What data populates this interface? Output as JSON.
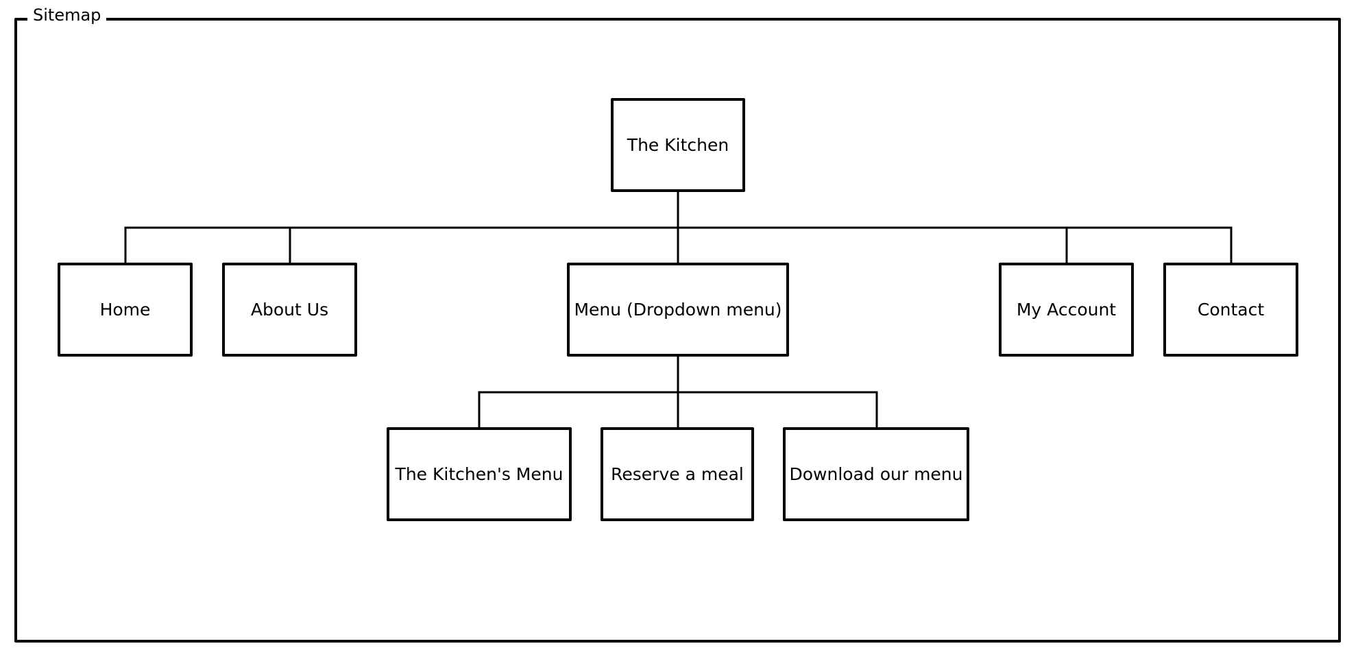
{
  "frame": {
    "title": "Sitemap"
  },
  "sitemap": {
    "root": "The Kitchen",
    "top_level": {
      "home": "Home",
      "about": "About Us",
      "menu": "Menu (Dropdown menu)",
      "account": "My Account",
      "contact": "Contact"
    },
    "menu_children": {
      "kitchens_menu": "The Kitchen's Menu",
      "reserve": "Reserve a meal",
      "download": "Download our menu"
    }
  },
  "colors": {
    "stroke": "#000000",
    "background": "#ffffff"
  }
}
